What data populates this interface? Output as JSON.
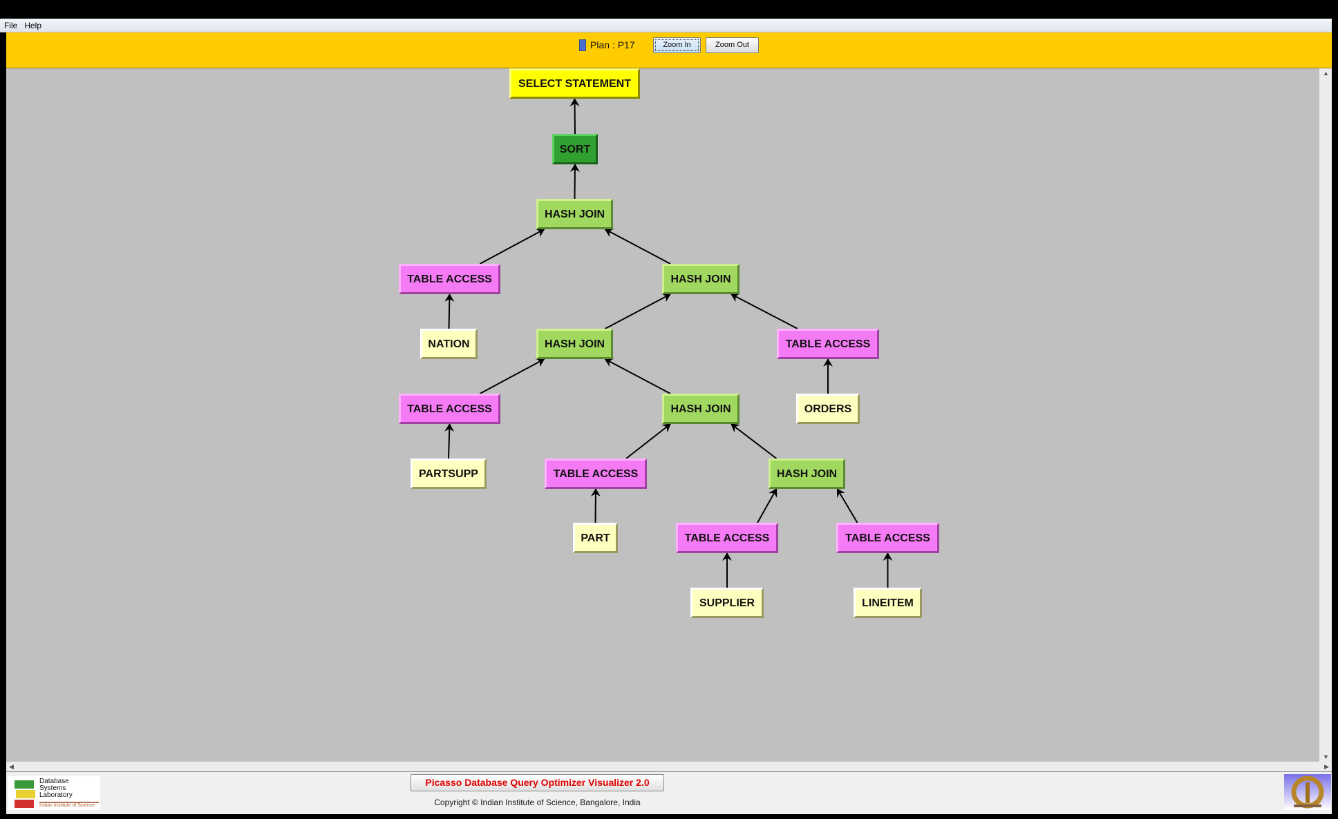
{
  "menu": {
    "items": [
      "File",
      "Help"
    ]
  },
  "toolbar": {
    "plan_label": "Plan : P17",
    "zoom_in": "Zoom In",
    "zoom_out": "Zoom Out"
  },
  "plan_tree": {
    "nodes": [
      {
        "label": "SELECT STATEMENT",
        "kind": "select"
      },
      {
        "label": "SORT",
        "kind": "sort"
      },
      {
        "label": "HASH JOIN",
        "kind": "join"
      },
      {
        "label": "TABLE ACCESS",
        "kind": "access"
      },
      {
        "label": "HASH JOIN",
        "kind": "join"
      },
      {
        "label": "NATION",
        "kind": "table"
      },
      {
        "label": "HASH JOIN",
        "kind": "join"
      },
      {
        "label": "TABLE ACCESS",
        "kind": "access"
      },
      {
        "label": "TABLE ACCESS",
        "kind": "access"
      },
      {
        "label": "HASH JOIN",
        "kind": "join"
      },
      {
        "label": "ORDERS",
        "kind": "table"
      },
      {
        "label": "PARTSUPP",
        "kind": "table"
      },
      {
        "label": "TABLE ACCESS",
        "kind": "access"
      },
      {
        "label": "HASH JOIN",
        "kind": "join"
      },
      {
        "label": "PART",
        "kind": "table"
      },
      {
        "label": "TABLE ACCESS",
        "kind": "access"
      },
      {
        "label": "TABLE ACCESS",
        "kind": "access"
      },
      {
        "label": "SUPPLIER",
        "kind": "table"
      },
      {
        "label": "LINEITEM",
        "kind": "table"
      }
    ],
    "edges": [
      [
        1,
        0
      ],
      [
        2,
        1
      ],
      [
        3,
        2
      ],
      [
        4,
        2
      ],
      [
        5,
        3
      ],
      [
        6,
        4
      ],
      [
        7,
        4
      ],
      [
        8,
        6
      ],
      [
        9,
        6
      ],
      [
        10,
        7
      ],
      [
        11,
        8
      ],
      [
        12,
        9
      ],
      [
        13,
        9
      ],
      [
        14,
        12
      ],
      [
        15,
        13
      ],
      [
        16,
        13
      ],
      [
        17,
        15
      ],
      [
        18,
        16
      ]
    ]
  },
  "footer": {
    "logo_text": [
      "Database",
      "Systems",
      "Laboratory"
    ],
    "logo_sub": "Indian Institute of Science",
    "app_title": "Picasso Database Query Optimizer Visualizer 2.0",
    "copyright": "Copyright © Indian Institute of Science, Bangalore, India"
  }
}
